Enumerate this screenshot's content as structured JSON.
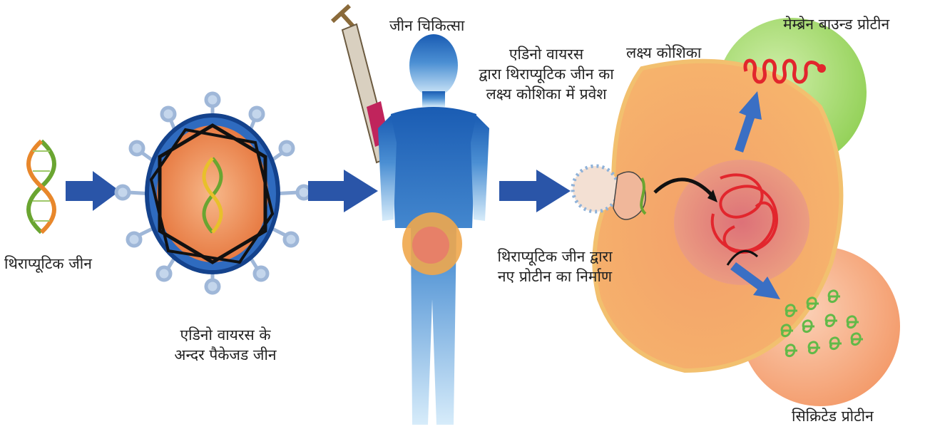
{
  "labels": {
    "therapeutic_gene": "थिराप्यूटिक जीन",
    "packaged_line1": "एडिनो वायरस के",
    "packaged_line2": "अन्दर पैकेजड जीन",
    "gene_therapy": "जीन चिकित्सा",
    "entry_line1": "एडिनो वायरस",
    "entry_line2": "द्वारा थिराप्यूटिक जीन का",
    "entry_line3": "लक्ष्य कोशिका में प्रवेश",
    "target_cell": "लक्ष्य कोशिका",
    "membrane_protein": "मेम्ब्रेन बाउन्ड प्रोटीन",
    "new_protein_line1": "थिराप्यूटिक जीन द्वारा",
    "new_protein_line2": "नए प्रोटीन का निर्माण",
    "secreted_protein": "सिक्रिटेड प्रोटीन"
  },
  "colors": {
    "arrow": "#2a55a8",
    "dna_green": "#6aa531",
    "dna_orange": "#e8872b",
    "virus_core": "#f08a4b",
    "capsid_ring": "#1d4f9e",
    "body_top": "#1e63b8",
    "body_bottom": "#cfe6f7",
    "cell": "#f4a85c",
    "nucleus": "#e58a7a",
    "mrna": "#e2262d",
    "membrane_blob": "#a6d86b",
    "secreted_blob": "#f5a77a",
    "secreted_protein": "#62b948"
  }
}
